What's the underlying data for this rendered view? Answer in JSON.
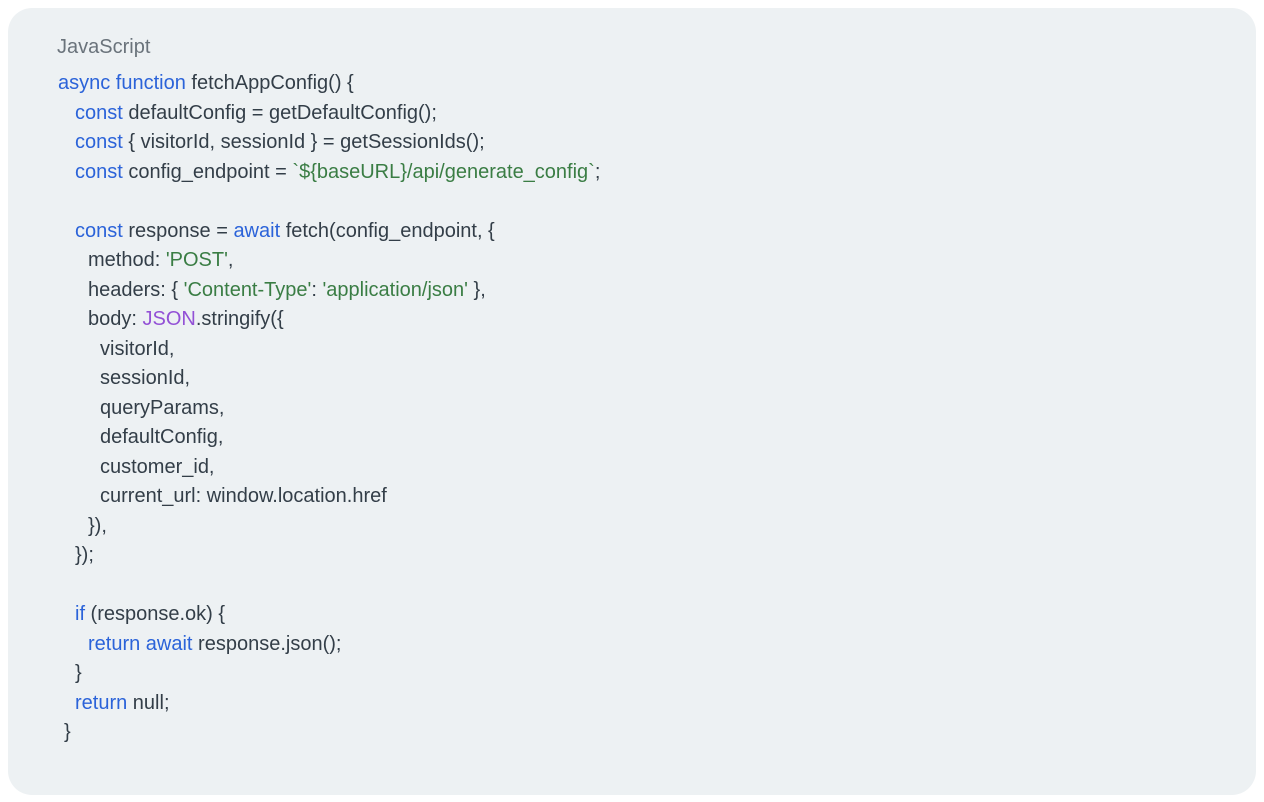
{
  "colors": {
    "panel_background": "#edf1f3",
    "page_background": "#ffffff",
    "text_default": "#333e48",
    "label_gray": "#6a737b",
    "keyword_blue": "#2b63d9",
    "string_green": "#3a7d44",
    "literal_purple": "#9351d6"
  },
  "code": {
    "language": "JavaScript",
    "lines": [
      {
        "pad": 1,
        "tokens": [
          {
            "c": "k",
            "t": "async function"
          },
          {
            "c": "d",
            "t": " fetchAppConfig() {"
          }
        ]
      },
      {
        "pad": 18,
        "tokens": [
          {
            "c": "k",
            "t": "const"
          },
          {
            "c": "d",
            "t": " defaultConfig = getDefaultConfig();"
          }
        ]
      },
      {
        "pad": 18,
        "tokens": [
          {
            "c": "k",
            "t": "const"
          },
          {
            "c": "d",
            "t": " { visitorId, sessionId } = getSessionIds();"
          }
        ]
      },
      {
        "pad": 18,
        "tokens": [
          {
            "c": "k",
            "t": "const"
          },
          {
            "c": "d",
            "t": " config_endpoint = "
          },
          {
            "c": "s",
            "t": "`${baseURL}/api/generate_config`"
          },
          {
            "c": "d",
            "t": ";"
          }
        ]
      },
      {
        "pad": 0,
        "tokens": []
      },
      {
        "pad": 18,
        "tokens": [
          {
            "c": "k",
            "t": "const"
          },
          {
            "c": "d",
            "t": " response = "
          },
          {
            "c": "k",
            "t": "await"
          },
          {
            "c": "d",
            "t": " fetch(config_endpoint, {"
          }
        ]
      },
      {
        "pad": 31,
        "tokens": [
          {
            "c": "d",
            "t": "method: "
          },
          {
            "c": "s",
            "t": "'POST'"
          },
          {
            "c": "d",
            "t": ","
          }
        ]
      },
      {
        "pad": 31,
        "tokens": [
          {
            "c": "d",
            "t": "headers: { "
          },
          {
            "c": "s",
            "t": "'Content-Type'"
          },
          {
            "c": "d",
            "t": ": "
          },
          {
            "c": "s",
            "t": "'application/json'"
          },
          {
            "c": "d",
            "t": " },"
          }
        ]
      },
      {
        "pad": 31,
        "tokens": [
          {
            "c": "d",
            "t": "body: "
          },
          {
            "c": "p",
            "t": "JSON"
          },
          {
            "c": "d",
            "t": ".stringify({"
          }
        ]
      },
      {
        "pad": 43,
        "tokens": [
          {
            "c": "d",
            "t": "visitorId,"
          }
        ]
      },
      {
        "pad": 43,
        "tokens": [
          {
            "c": "d",
            "t": "sessionId,"
          }
        ]
      },
      {
        "pad": 43,
        "tokens": [
          {
            "c": "d",
            "t": "queryParams,"
          }
        ]
      },
      {
        "pad": 43,
        "tokens": [
          {
            "c": "d",
            "t": "defaultConfig,"
          }
        ]
      },
      {
        "pad": 43,
        "tokens": [
          {
            "c": "d",
            "t": "customer_id,"
          }
        ]
      },
      {
        "pad": 43,
        "tokens": [
          {
            "c": "d",
            "t": "current_url: window.location.href"
          }
        ]
      },
      {
        "pad": 31,
        "tokens": [
          {
            "c": "d",
            "t": "}),"
          }
        ]
      },
      {
        "pad": 18,
        "tokens": [
          {
            "c": "d",
            "t": "});"
          }
        ]
      },
      {
        "pad": 0,
        "tokens": []
      },
      {
        "pad": 18,
        "tokens": [
          {
            "c": "k",
            "t": "if"
          },
          {
            "c": "d",
            "t": " (response.ok) {"
          }
        ]
      },
      {
        "pad": 31,
        "tokens": [
          {
            "c": "k",
            "t": "return await"
          },
          {
            "c": "d",
            "t": " response.json();"
          }
        ]
      },
      {
        "pad": 18,
        "tokens": [
          {
            "c": "d",
            "t": "}"
          }
        ]
      },
      {
        "pad": 18,
        "tokens": [
          {
            "c": "k",
            "t": "return"
          },
          {
            "c": "d",
            "t": " null;"
          }
        ]
      },
      {
        "pad": 7,
        "tokens": [
          {
            "c": "d",
            "t": "}"
          }
        ]
      }
    ]
  }
}
